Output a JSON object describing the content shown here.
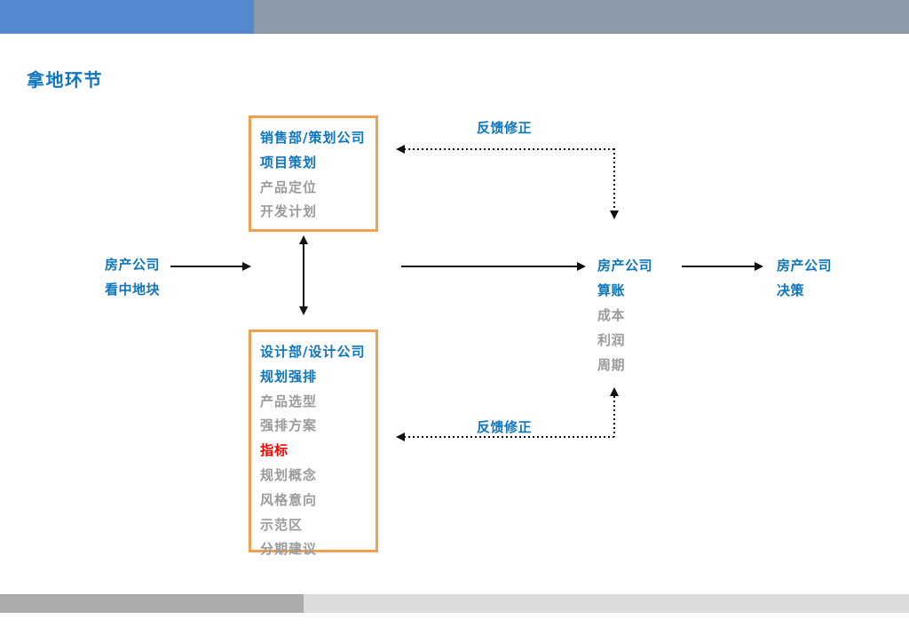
{
  "title": "拿地环节",
  "colors": {
    "header_bar_blue": "#5489D0",
    "header_bar_gray": "#8B99A9",
    "accent_blue": "#0E76BE",
    "muted_gray": "#9B9B9B",
    "highlight_red": "#FF0000",
    "box_border_orange": "#F0A052",
    "arrow_black": "#111111",
    "footer_bar_dark": "#ABABAB",
    "footer_bar_light": "#DBDBDB"
  },
  "flow": {
    "start": {
      "line1": "房产公司",
      "line2": "看中地块"
    },
    "planning_box": {
      "header": "销售部/策划公司",
      "task": "项目策划",
      "item1": "产品定位",
      "item2": "开发计划"
    },
    "design_box": {
      "header": "设计部/设计公司",
      "task": "规划强排",
      "item1": "产品选型",
      "item2": "强排方案",
      "highlight": "指标",
      "item3": "规划概念",
      "item4": "风格意向",
      "item5": "示范区",
      "item6": "分期建议"
    },
    "accounting": {
      "line1": "房产公司",
      "line2": "算账",
      "item1": "成本",
      "item2": "利润",
      "item3": "周期"
    },
    "decision": {
      "line1": "房产公司",
      "line2": "决策"
    },
    "feedback_top": "反馈修正",
    "feedback_bottom": "反馈修正"
  }
}
